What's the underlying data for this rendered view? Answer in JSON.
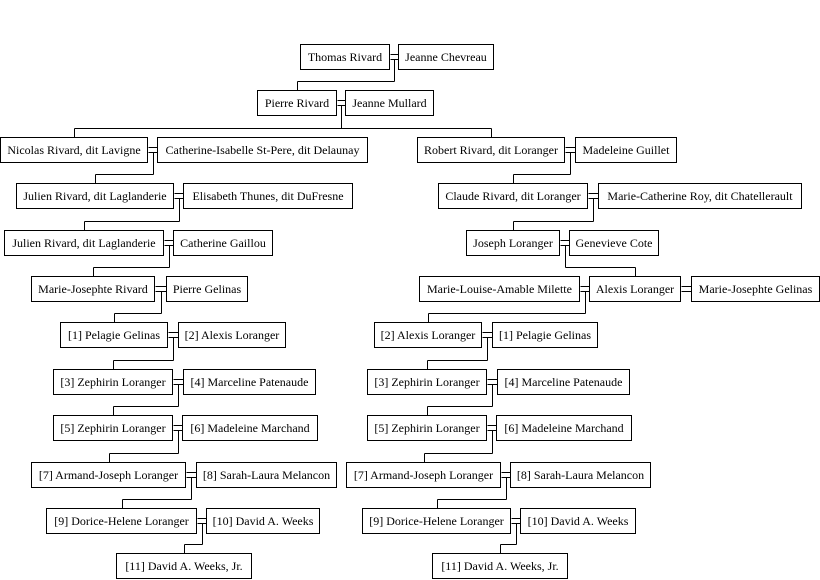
{
  "people": {
    "p1": "Thomas Rivard",
    "p2": "Jeanne Chevreau",
    "p3": "Pierre Rivard",
    "p4": "Jeanne Mullard",
    "p5": "Nicolas Rivard, dit Lavigne",
    "p6": "Catherine-Isabelle St-Pere, dit Delaunay",
    "p7": "Robert Rivard, dit Loranger",
    "p8": "Madeleine Guillet",
    "p9": "Julien Rivard, dit Laglanderie",
    "p10": "Elisabeth Thunes, dit DuFresne",
    "p11": "Claude Rivard, dit Loranger",
    "p12": "Marie-Catherine Roy, dit Chatellerault",
    "p13": "Julien Rivard, dit Laglanderie",
    "p14": "Catherine Gaillou",
    "p15": "Joseph Loranger",
    "p16": "Genevieve Cote",
    "p17": "Marie-Josephte Rivard",
    "p18": "Pierre Gelinas",
    "p19": "Marie-Louise-Amable Milette",
    "p20": "Alexis Loranger",
    "p21": "Marie-Josephte Gelinas",
    "p22": "[1] Pelagie Gelinas",
    "p23": "[2] Alexis Loranger",
    "p24": "[2] Alexis Loranger",
    "p25": "[1] Pelagie Gelinas",
    "p26": "[3] Zephirin Loranger",
    "p27": "[4] Marceline Patenaude",
    "p28": "[3] Zephirin Loranger",
    "p29": "[4] Marceline Patenaude",
    "p30": "[5] Zephirin Loranger",
    "p31": "[6] Madeleine Marchand",
    "p32": "[5] Zephirin Loranger",
    "p33": "[6] Madeleine Marchand",
    "p34": "[7] Armand-Joseph Loranger",
    "p35": "[8] Sarah-Laura Melancon",
    "p36": "[7] Armand-Joseph Loranger",
    "p37": "[8] Sarah-Laura Melancon",
    "p38": "[9] Dorice-Helene Loranger",
    "p39": "[10] David A. Weeks",
    "p40": "[9] Dorice-Helene Loranger",
    "p41": "[10] David A. Weeks",
    "p42": "[11] David A. Weeks, Jr.",
    "p43": "[11] David A. Weeks, Jr."
  },
  "marriages": [
    {
      "a": "p1",
      "b": "p2",
      "children": [
        "p3"
      ]
    },
    {
      "a": "p3",
      "b": "p4",
      "children": [
        "p5",
        "p7"
      ]
    },
    {
      "a": "p5",
      "b": "p6",
      "children": [
        "p9"
      ]
    },
    {
      "a": "p7",
      "b": "p8",
      "children": [
        "p11"
      ]
    },
    {
      "a": "p9",
      "b": "p10",
      "children": [
        "p13"
      ]
    },
    {
      "a": "p11",
      "b": "p12",
      "children": [
        "p15"
      ]
    },
    {
      "a": "p13",
      "b": "p14",
      "children": [
        "p17"
      ]
    },
    {
      "a": "p15",
      "b": "p16",
      "children": [
        "p20"
      ]
    },
    {
      "a": "p17",
      "b": "p18",
      "children": [
        "p22"
      ]
    },
    {
      "a": "p19",
      "b": "p20",
      "children": [
        "p24"
      ]
    },
    {
      "a": "p20",
      "b": "p21",
      "children": []
    },
    {
      "a": "p22",
      "b": "p23",
      "children": [
        "p26"
      ]
    },
    {
      "a": "p24",
      "b": "p25",
      "children": [
        "p28"
      ]
    },
    {
      "a": "p26",
      "b": "p27",
      "children": [
        "p30"
      ]
    },
    {
      "a": "p28",
      "b": "p29",
      "children": [
        "p32"
      ]
    },
    {
      "a": "p30",
      "b": "p31",
      "children": [
        "p34"
      ]
    },
    {
      "a": "p32",
      "b": "p33",
      "children": [
        "p36"
      ]
    },
    {
      "a": "p34",
      "b": "p35",
      "children": [
        "p38"
      ]
    },
    {
      "a": "p36",
      "b": "p37",
      "children": [
        "p40"
      ]
    },
    {
      "a": "p38",
      "b": "p39",
      "children": [
        "p42"
      ]
    },
    {
      "a": "p40",
      "b": "p41",
      "children": [
        "p43"
      ]
    }
  ]
}
